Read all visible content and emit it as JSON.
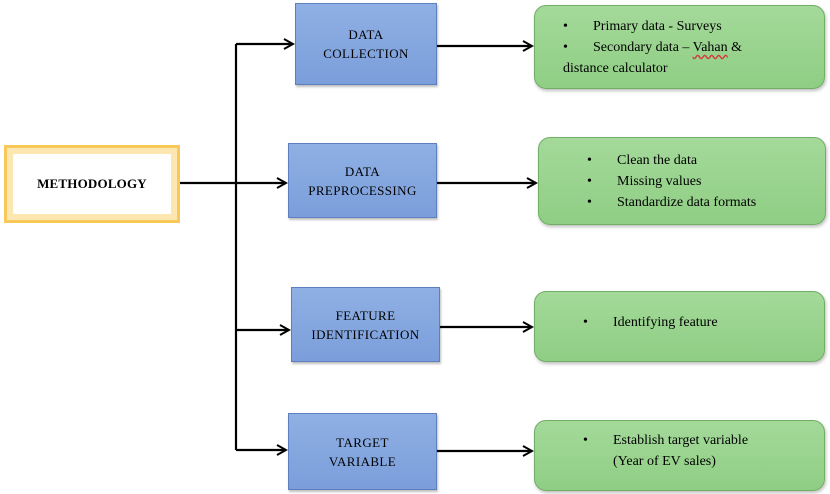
{
  "root": {
    "label": "METHODOLOGY"
  },
  "steps": [
    {
      "line1": "DATA",
      "line2": "COLLECTION",
      "notes": [
        {
          "text": "Primary data - Surveys"
        },
        {
          "prefix": "Secondary data – ",
          "flagged_word": "Vahan",
          "suffix": " &",
          "continuation": "distance calculator"
        }
      ]
    },
    {
      "line1": "DATA",
      "line2": "PREPROCESSING",
      "notes": [
        {
          "text": "Clean the data"
        },
        {
          "text": "Missing values"
        },
        {
          "text": "Standardize data formats"
        }
      ]
    },
    {
      "line1": "FEATURE",
      "line2": "IDENTIFICATION",
      "notes": [
        {
          "text": "Identifying feature"
        }
      ]
    },
    {
      "line1": "TARGET",
      "line2": "VARIABLE",
      "notes": [
        {
          "text": "Establish target variable",
          "continuation": "(Year of EV sales)"
        }
      ]
    }
  ],
  "colors": {
    "root_border": "#f8c95a",
    "step_fill": "#8fb0e4",
    "note_fill": "#a4d99a",
    "connector": "#000000",
    "spellcheck_underline": "#d23a3a"
  }
}
